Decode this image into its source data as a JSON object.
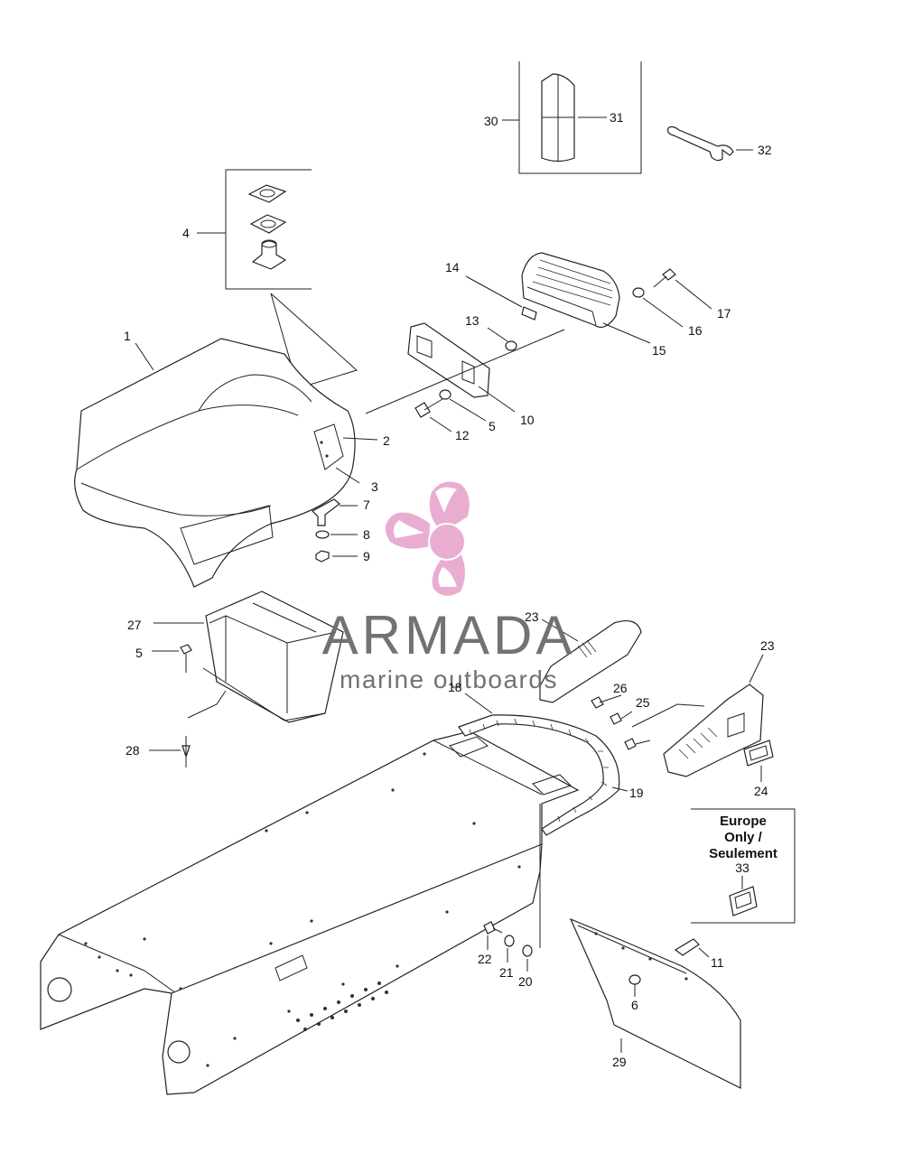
{
  "callouts": [
    "1",
    "2",
    "3",
    "4",
    "5",
    "5",
    "6",
    "7",
    "8",
    "9",
    "10",
    "11",
    "12",
    "13",
    "14",
    "15",
    "16",
    "17",
    "18",
    "19",
    "20",
    "21",
    "22",
    "23",
    "23",
    "24",
    "25",
    "26",
    "27",
    "28",
    "29",
    "30",
    "31",
    "32",
    "33"
  ],
  "europe_note": {
    "line1": "Europe",
    "line2": "Only /",
    "line3": "Seulement",
    "part": "33"
  },
  "watermark": {
    "brand": "ARMADA",
    "tagline": "marine outboards",
    "brand_color": "#555555",
    "logo_color": "#e8a9cf"
  }
}
